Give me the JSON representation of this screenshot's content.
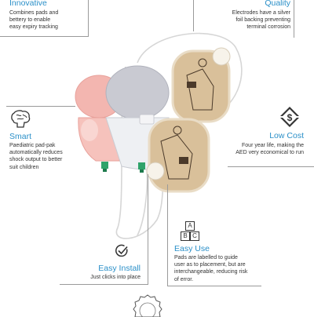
{
  "features": {
    "innovative": {
      "title": "Innovative",
      "desc": [
        "Combines pads and",
        "bettery to enable",
        "easy expiry tracking"
      ]
    },
    "quality": {
      "title": "Quality",
      "desc": [
        "Electrodes have a silver",
        "foil backing preventing",
        "terminal corrosion"
      ]
    },
    "smart": {
      "title": "Smart",
      "desc": [
        "Paediatric pad-pak",
        "automatically reduces",
        "shock output to better",
        "suit children"
      ]
    },
    "low_cost": {
      "title": "Low Cost",
      "desc": [
        "Four year life, making the",
        "AED very economical to run"
      ]
    },
    "easy_install": {
      "title": "Easy Install",
      "desc": [
        "Just clicks into place"
      ]
    },
    "easy_use": {
      "title": "Easy Use",
      "desc": [
        "Pads are labelled to guide",
        "user as to placement, but are",
        "interchangeable, reducing risk",
        "of error."
      ]
    }
  },
  "abc_icon": {
    "a": "A",
    "b": "B",
    "c": "C"
  },
  "colors": {
    "accent": "#2a8fc8",
    "text": "#333333",
    "rule": "#9a9a9a",
    "pink": "#f3b6b0",
    "grey": "#c9cad2",
    "tan": "#dcc39b",
    "green": "#2fa36a"
  },
  "icons": [
    "brain-icon",
    "dollar-arrows-icon",
    "check-circle-icon",
    "abc-letters-icon",
    "badge-icon"
  ]
}
